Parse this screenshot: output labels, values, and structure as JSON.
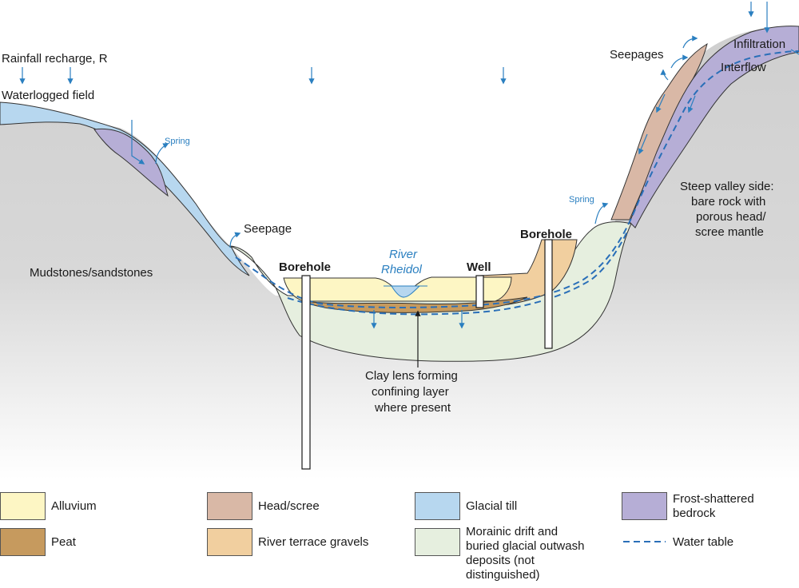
{
  "labels": {
    "rainfall": "Rainfall recharge, R",
    "waterlogged": "Waterlogged field",
    "spring_left": "Spring",
    "seepage": "Seepage",
    "mudstones": "Mudstones/sandstones",
    "borehole_left": "Borehole",
    "river_line1": "River",
    "river_line2": "Rheidol",
    "well": "Well",
    "borehole_right": "Borehole",
    "spring_right": "Spring",
    "seepages": "Seepages",
    "infiltration": "Infiltration",
    "interflow": "Interflow",
    "steep_line1": "Steep valley side:",
    "steep_line2": "bare rock with",
    "steep_line3": "porous head/",
    "steep_line4": "scree mantle",
    "clay_line1": "Clay lens forming",
    "clay_line2": "confining layer",
    "clay_line3": "where present"
  },
  "legend": [
    {
      "label": "Alluvium",
      "color": "#fdf6c4"
    },
    {
      "label": "Head/scree",
      "color": "#d9b8a6"
    },
    {
      "label": "Glacial till",
      "color": "#b7d7ef"
    },
    {
      "label": "Frost-shattered\nbedrock",
      "color": "#b6aed6"
    },
    {
      "label": "Peat",
      "color": "#c69a5e"
    },
    {
      "label": "River terrace gravels",
      "color": "#f1cf9f"
    },
    {
      "label": "Morainic drift and\nburied glacial outwash\ndeposits (not\ndistinguished)",
      "color": "#e6efdf"
    },
    {
      "label": "Water table",
      "color": "#2a6fb8"
    }
  ],
  "colors": {
    "bedrock": "#d0d0d0",
    "alluvium": "#fdf6c4",
    "head_scree": "#d9b8a6",
    "glacial_till": "#b7d7ef",
    "frost_shattered": "#b6aed6",
    "peat": "#c69a5e",
    "terrace_gravels": "#f1cf9f",
    "morainic": "#e6efdf",
    "water": "#2a6fb8",
    "arrow_blue": "#2a7fc0"
  }
}
